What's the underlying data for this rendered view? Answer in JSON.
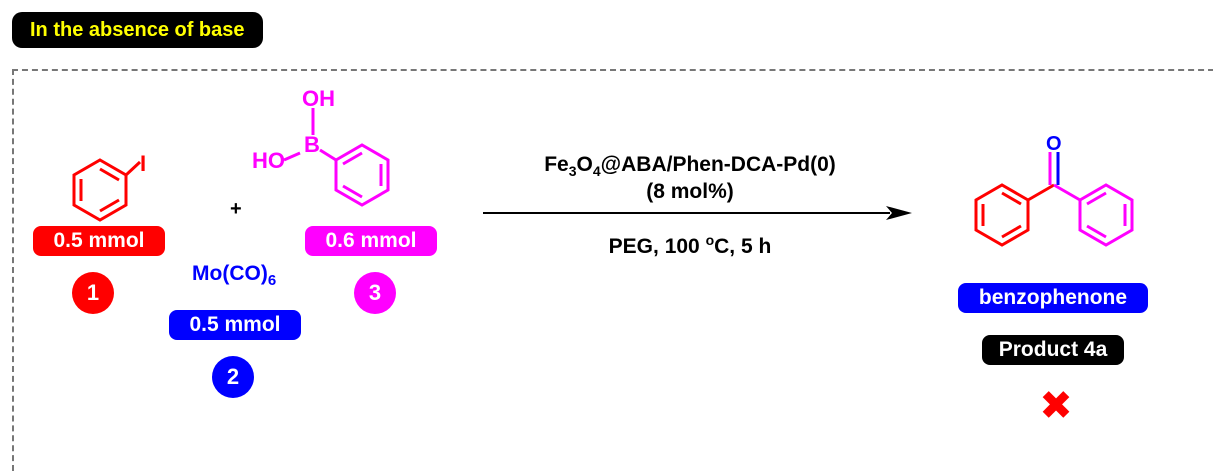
{
  "header": {
    "label": "In the absence of base"
  },
  "reactant1": {
    "atom_label": "I",
    "amount": "0.5 mmol",
    "number": "1",
    "color": "#ff0000"
  },
  "plus": "+",
  "reactant2": {
    "formula_base": "Mo(CO)",
    "formula_sub": "6",
    "amount": "0.5 mmol",
    "number": "2",
    "color": "#0000ff"
  },
  "reactant3": {
    "oh_top": "OH",
    "ho_left": "HO",
    "boron": "B",
    "amount": "0.6 mmol",
    "number": "3",
    "color": "#ff00ff"
  },
  "conditions": {
    "catalyst_parts": [
      "Fe",
      "3",
      "O",
      "4",
      "@ABA/Phen-DCA-Pd(0)"
    ],
    "loading": "(8 mol%)",
    "medium": "PEG, 100 ",
    "degree": "o",
    "medium_tail": "C, 5 h"
  },
  "product": {
    "carbonyl_o": "O",
    "name": "benzophenone",
    "tag": "Product 4a",
    "result": "✖",
    "name_color": "#0000ff",
    "tag_color": "#000000",
    "result_color": "#ff0000"
  }
}
